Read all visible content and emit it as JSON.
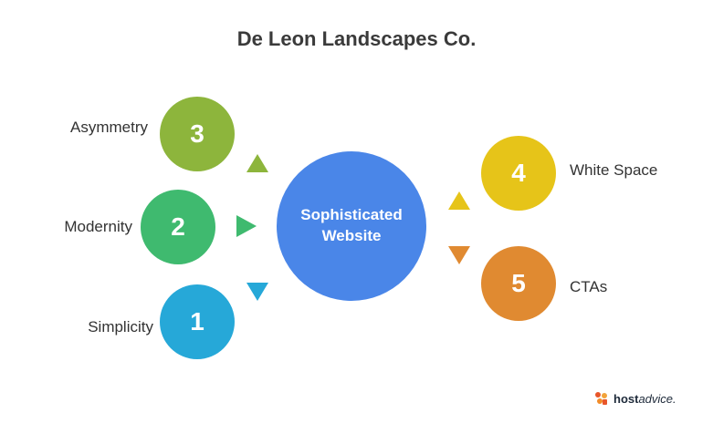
{
  "title": "De Leon Landscapes Co.",
  "center": {
    "line1": "Sophisticated",
    "line2": "Website",
    "color": "#4a86e8"
  },
  "items": [
    {
      "number": "3",
      "label": "Asymmetry",
      "color": "#8db53c",
      "arrow": "up"
    },
    {
      "number": "2",
      "label": "Modernity",
      "color": "#3fba6f",
      "arrow": "right"
    },
    {
      "number": "1",
      "label": "Simplicity",
      "color": "#26a8d8",
      "arrow": "down"
    },
    {
      "number": "4",
      "label": "White Space",
      "color": "#e6c419",
      "arrow": "up"
    },
    {
      "number": "5",
      "label": "CTAs",
      "color": "#e08a31",
      "arrow": "down"
    }
  ],
  "brand": {
    "bold": "host",
    "rest": "advice.",
    "logo_icon": "hostadvice-logo-icon"
  }
}
